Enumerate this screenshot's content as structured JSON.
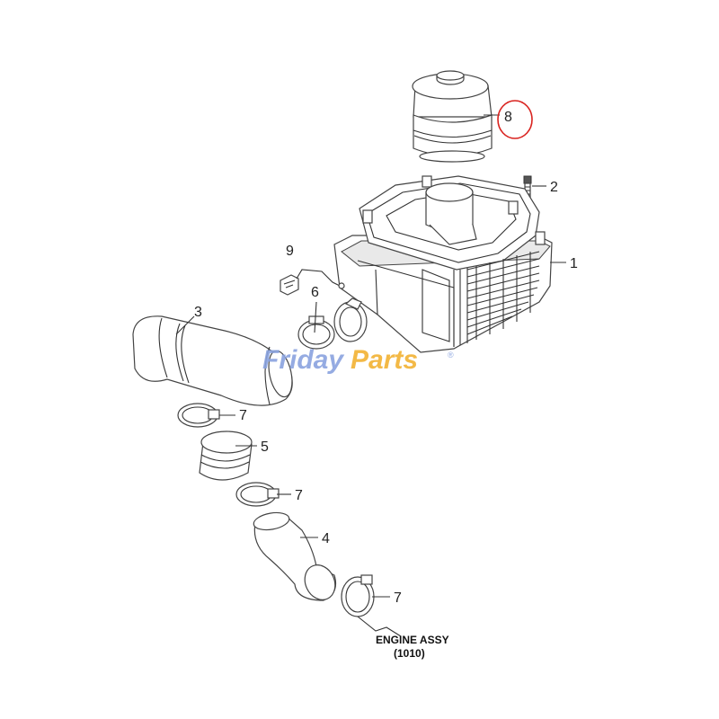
{
  "callouts": {
    "p1": "1",
    "p2": "2",
    "p3": "3",
    "p4": "4",
    "p5": "5",
    "p6": "6",
    "p7a": "7",
    "p7b": "7",
    "p7c": "7",
    "p8": "8",
    "p9": "9"
  },
  "engine": {
    "line1": "ENGINE ASSY",
    "line2": "(1010)"
  },
  "watermark": {
    "part1": "Friday",
    "part2": "Parts",
    "mark": "®"
  },
  "highlight": {
    "target": "8",
    "color": "#d9231f"
  }
}
